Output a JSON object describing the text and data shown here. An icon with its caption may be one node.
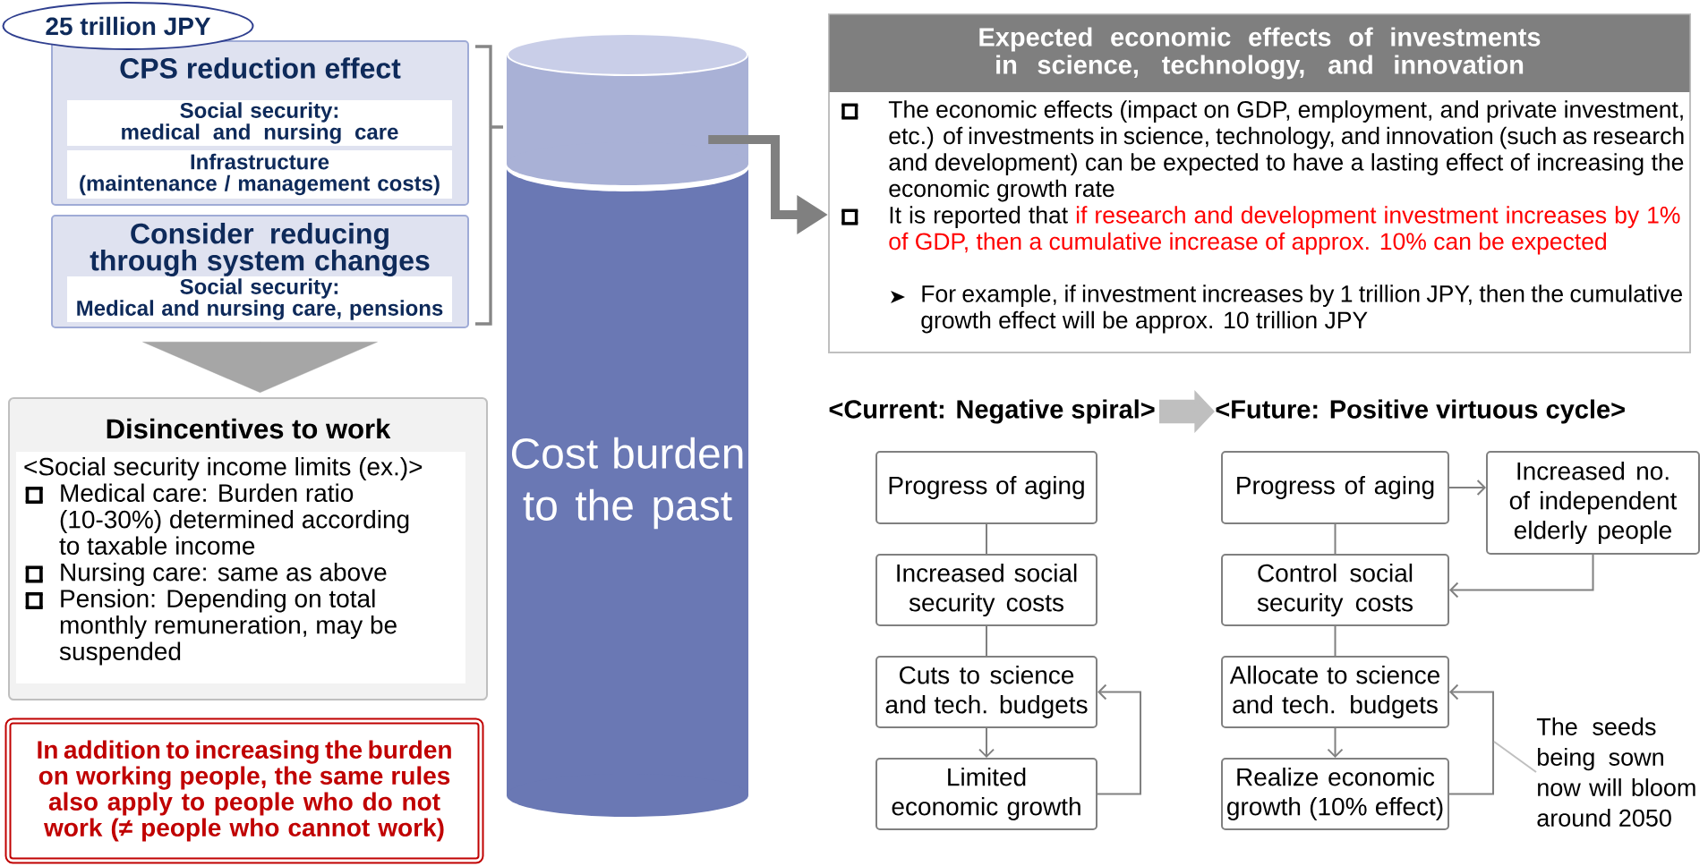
{
  "diagram": {
    "nodes": [
      {
        "text": [
          "25 trillion JPY"
        ]
      },
      {
        "text": [
          "CPS reduction effect"
        ]
      },
      {
        "text": [
          "Social security: medical and nursing care"
        ],
        "in": 1
      },
      {
        "text": [
          "Infrastructure (maintenance / management costs)"
        ],
        "in": 1
      },
      {
        "text": [
          "Consider reducing through system changes"
        ]
      },
      {
        "text": [
          "Social security: Medical and nursing care, pensions"
        ],
        "in": 4
      },
      {
        "text": [
          "Disincentives to work"
        ]
      },
      {
        "text": [
          "<Social security income limits (ex.)>",
          "Medical care: Burden ratio (10-30%) determined according to taxable income",
          "Nursing care: same as above",
          "Pension: Depending on total monthly remuneration, may be suspended"
        ],
        "in": 6
      },
      {
        "text": [
          "In addition to increasing the burden on working people, the same rules also apply to people who do not work (≠ people who cannot work)"
        ]
      },
      {
        "text": [
          "Cost burden to the past"
        ]
      },
      {
        "text": [
          "Expected economic effects of investments in science, technology, and innovation",
          "The economic effects (impact on GDP, employment, and private investment, etc.) of investments in science, technology, and innovation (such as research and development) can be expected to have a lasting effect of increasing the economic growth rate",
          "It is reported that",
          "if research and development investment increases by 1% of GDP, then a cumulative increase of approx. 10% can be expected",
          "For example, if investment increases by 1 trillion JPY, then the cumulative growth effect will be approx. 10 trillion JPY"
        ]
      },
      {
        "text": [
          "<Current: Negative spiral>"
        ]
      },
      {
        "text": [
          "<Future: Positive virtuous cycle>"
        ]
      },
      {
        "text": [
          "Progress of aging"
        ]
      },
      {
        "text": [
          "Increased social security costs"
        ]
      },
      {
        "text": [
          "Cuts to science and tech. budgets"
        ]
      },
      {
        "text": [
          "Limited economic growth"
        ]
      },
      {
        "text": [
          "Progress of aging"
        ]
      },
      {
        "text": [
          "Control social security costs"
        ]
      },
      {
        "text": [
          "Allocate to science and tech. budgets"
        ]
      },
      {
        "text": [
          "Realize economic growth (10% effect)"
        ]
      },
      {
        "text": [
          "Increased no. of independent elderly people"
        ]
      },
      {
        "text": [
          "The seeds being sown now will bloom around 2050"
        ]
      }
    ],
    "edges": [
      {
        "from": 4,
        "to": 6,
        "arrow": "to",
        "color": "#a6a6a6"
      },
      {
        "from": 9,
        "to": 10,
        "arrow": "to",
        "style": "thick"
      },
      {
        "from": 11,
        "to": 12,
        "arrow": "to",
        "style": "thick",
        "color": "#bfbfbf"
      },
      {
        "from": 13,
        "to": 14,
        "arrow": "none"
      },
      {
        "from": 14,
        "to": 15,
        "arrow": "none"
      },
      {
        "from": 15,
        "to": 16,
        "arrow": "to"
      },
      {
        "from": 16,
        "to": 15,
        "arrow": "to"
      },
      {
        "from": 17,
        "to": 18,
        "arrow": "none"
      },
      {
        "from": 17,
        "to": 21,
        "arrow": "to"
      },
      {
        "from": 21,
        "to": 18,
        "arrow": "to"
      },
      {
        "from": 18,
        "to": 19,
        "arrow": "none"
      },
      {
        "from": 19,
        "to": 20,
        "arrow": "to"
      },
      {
        "from": 20,
        "to": 19,
        "arrow": "to"
      },
      {
        "from": 22,
        "to": null,
        "arrow": "none",
        "color": "#bfbfbf"
      }
    ]
  }
}
